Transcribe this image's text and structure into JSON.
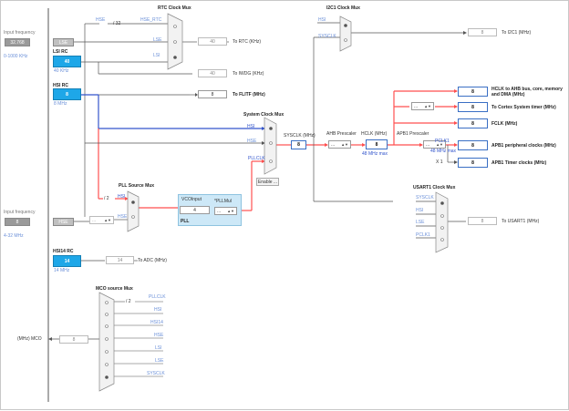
{
  "labels": {
    "input_freq_1": "Input frequency",
    "lse_value": "32.768",
    "lse_range": "0-1000 KHz",
    "lse_name": "LSE",
    "lsi_rc": "LSI RC",
    "lsi_value": "40",
    "lsi_freq": "40 KHz",
    "hsi_rc": "HSI RC",
    "hsi_value": "8",
    "hsi_freq": "8 MHz",
    "input_freq_2": "Input frequency",
    "hse_value": "8",
    "hse_name": "HSE",
    "hse_range": "4-32 MHz",
    "hsi14_rc": "HSI14 RC",
    "hsi14_value": "14",
    "hsi14_freq": "14 MHz",
    "rtc_mux_title": "RTC Clock Mux",
    "rtc_hse": "HSE",
    "rtc_div": "/ 32",
    "rtc_hse_rtc": "HSE_RTC",
    "rtc_lse": "LSE",
    "rtc_lsi": "LSI",
    "rtc_value": "40",
    "rtc_out": "To RTC (KHz)",
    "iwdg_value": "40",
    "iwdg_out": "To IWDG (KHz)",
    "flitf_value": "8",
    "flitf_out": "To FLITF (MHz)",
    "sys_mux_title": "System Clock Mux",
    "sys_hsi": "HSI",
    "sys_hse": "HSE",
    "sys_pllclk": "PLLCLK",
    "sysclk_label": "SYSCLK (MHz)",
    "sysclk_value": "8",
    "enable_btn": "Enable ...",
    "i2c_mux_title": "I2C1 Clock Mux",
    "i2c_hsi": "HSI",
    "i2c_sysclk": "SYSCLK",
    "i2c_value": "8",
    "i2c_out": "To I2C1 (MHz)",
    "ahb_prescaler": "AHB Prescaler",
    "ahb_value": "...",
    "hclk_label": "HCLK (MHz)",
    "hclk_value": "8",
    "hclk_max": "48 MHz max",
    "apb1_prescaler": "APB1 Prescaler",
    "apb1_value": "...",
    "pclk1": "PCLK1",
    "pclk1_max": "48 MHz max",
    "cortex_div": "...",
    "x1": "X 1",
    "out_ahb_value": "8",
    "out_ahb": "HCLK to AHB bus, core, memory and DMA (MHz)",
    "out_cortex_value": "8",
    "out_cortex": "To Cortex System timer (MHz)",
    "out_fclk_value": "8",
    "out_fclk": "FCLK (MHz)",
    "out_apb1p_value": "8",
    "out_apb1p": "APB1 peripheral clocks (MHz)",
    "out_apb1t_value": "8",
    "out_apb1t": "APB1 Timer clocks (MHz)",
    "pll_mux_title": "PLL Source Mux",
    "pll_div2": "/ 2",
    "pll_hsi": "HSI",
    "pll_hse": "HSE",
    "hse_prediv": "...",
    "vco_input": "VCOInput",
    "pll_mul_label": "*PLLMul",
    "vco_value": "4",
    "pll_mul_value": "...",
    "pll_name": "PLL",
    "usart_mux_title": "USART1 Clock Mux",
    "usart_sysclk": "SYSCLK",
    "usart_hsi": "HSI",
    "usart_lse": "LSE",
    "usart_pclk1": "PCLK1",
    "usart_value": "8",
    "usart_out": "To USART1 (MHz)",
    "adc_value": "14",
    "adc_out": "To ADC (MHz)",
    "mco_mux_title": "MCO source Mux",
    "mco_div2": "/ 2",
    "mco_pllclk": "PLLCLK",
    "mco_hsi": "HSI",
    "mco_hsi14": "HSI14",
    "mco_hse": "HSE",
    "mco_lsi": "LSI",
    "mco_lse": "LSE",
    "mco_sysclk": "SYSCLK",
    "mco_label": "(MHz) MCO",
    "mco_value": "8"
  },
  "colors": {
    "wire": "#555555",
    "active_red": "#ff4f4f",
    "active_blue": "#3355cc",
    "osc_blue": "#1ea7e8",
    "pll_bg": "#cde8f7"
  }
}
